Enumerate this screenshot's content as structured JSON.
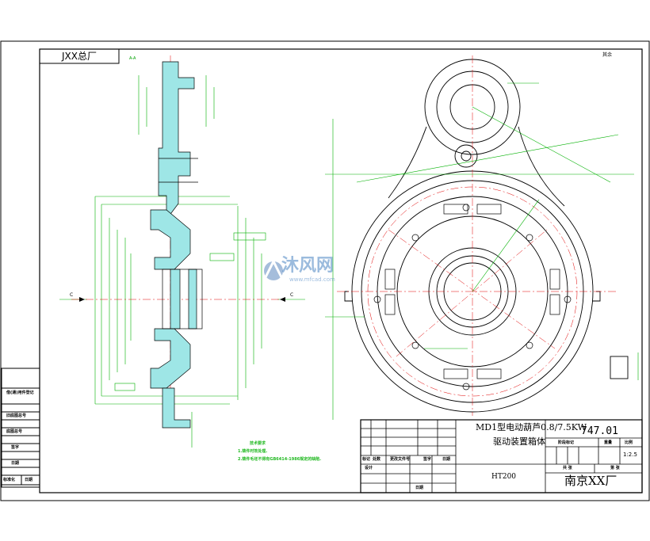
{
  "drawing": {
    "header_label": "JXX总厂",
    "roughness_note": "其余",
    "left_view_label": "A-A",
    "section_arrow_left": "C",
    "section_arrow_right": "C"
  },
  "left_table": {
    "rows": [
      "借(通)用件登记",
      "旧底图总号",
      "底图总号",
      "签字",
      "日期"
    ],
    "bottom": [
      "标准化",
      "日期"
    ]
  },
  "notes": {
    "title": "技术要求",
    "items": [
      "1.铸件时效处理.",
      "2.铸件毛坯不得有GB6414-1986规定的缺陷."
    ]
  },
  "title_block": {
    "title_line1": "MD1型电动葫芦0.8/7.5KW",
    "title_line2": "驱动装置箱体",
    "drawing_no": "747.01",
    "revision_headers": [
      "标记",
      "处数",
      "更改文件号",
      "签字",
      "日期"
    ],
    "design": "设计",
    "date": "日期",
    "stage_mark": "阶段标记",
    "weight": "重量",
    "scale_label": "比例",
    "scale": "1:2.5",
    "sheets_total": "共 张",
    "sheet_no": "第 张",
    "material": "HT200",
    "company": "南京XX厂"
  },
  "watermark": {
    "text": "沐风网",
    "url": "www.mfcad.com"
  },
  "colors": {
    "section": "#00c8c8",
    "dim": "#00b000",
    "center": "#e00000",
    "outline": "#000000"
  }
}
